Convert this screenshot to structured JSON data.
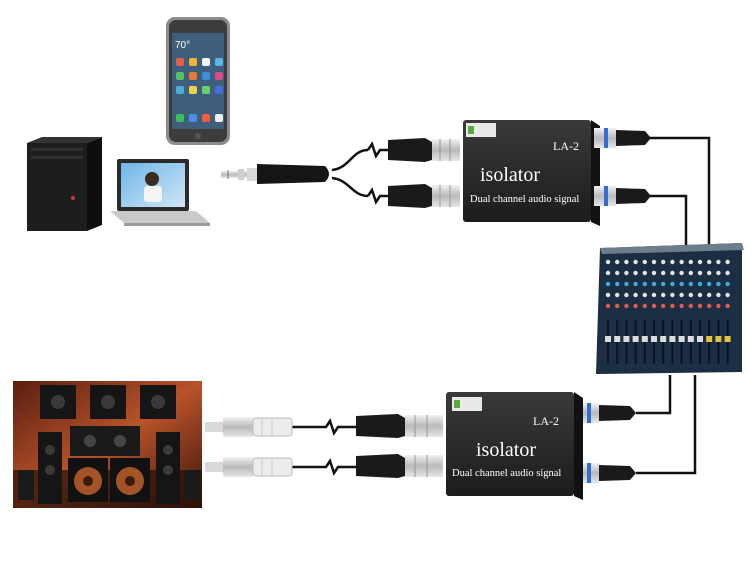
{
  "isolator_top": {
    "model": "LA-2",
    "name": "isolator",
    "subtitle": "Dual channel audio signal"
  },
  "isolator_bottom": {
    "model": "LA-2",
    "name": "isolator",
    "subtitle": "Dual channel audio signal"
  },
  "phone": {
    "clock": "70°"
  },
  "colors": {
    "device_body": "#2a2a2a",
    "cable": "#111111",
    "xlr_ring": "#2f6fd1",
    "mixer_panel": "#1c2e44"
  },
  "icons": [
    "desktop-tower-icon",
    "laptop-icon",
    "smartphone-icon",
    "trs-jack-icon",
    "xlr-connector-icon",
    "rca-connector-icon",
    "mixer-icon",
    "speaker-system-icon"
  ]
}
